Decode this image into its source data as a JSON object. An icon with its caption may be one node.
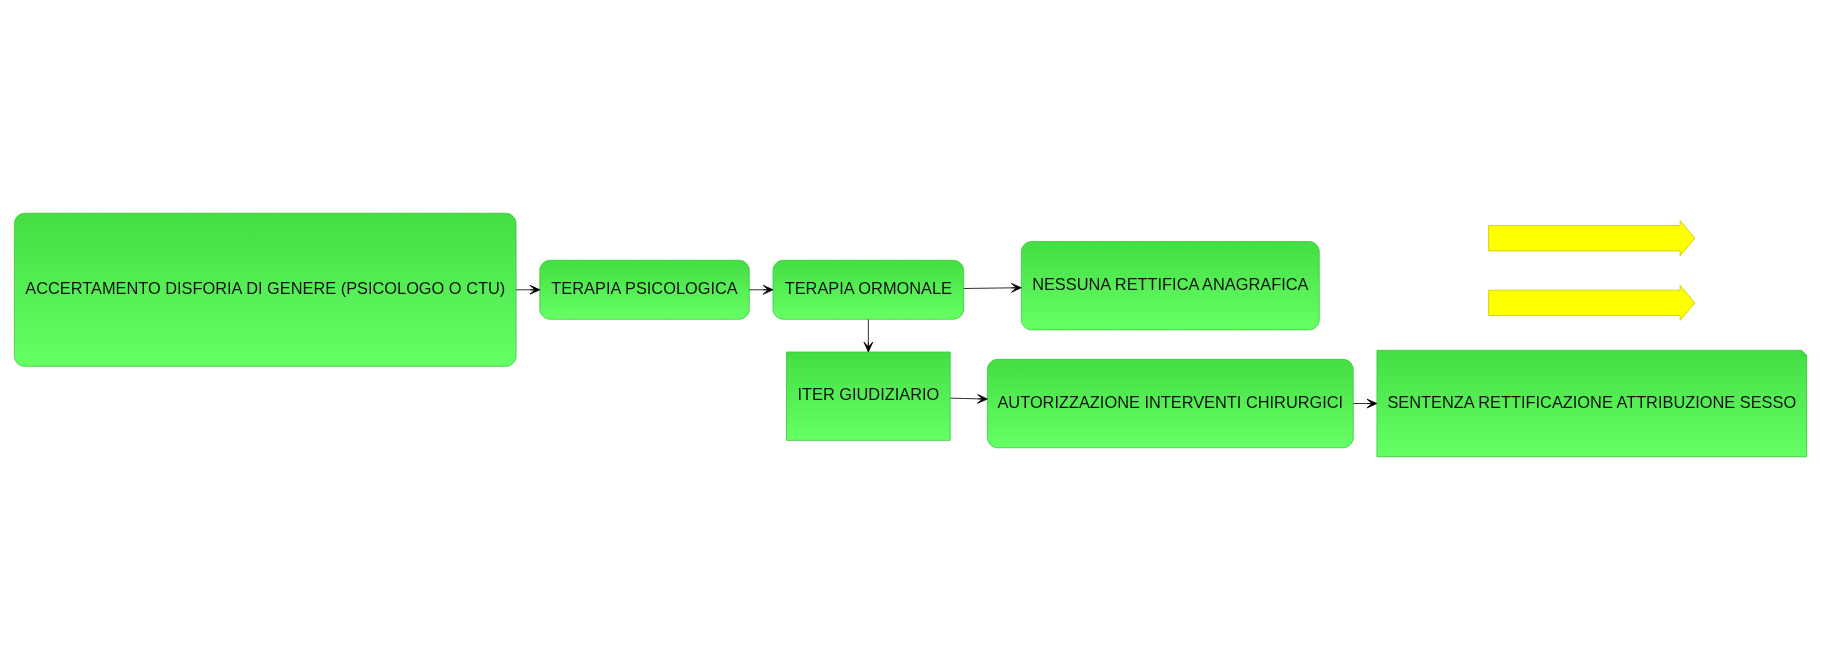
{
  "diagram": {
    "nodes": [
      {
        "text": [
          "ACCERTAMENTO DISFORIA DI GENERE (PSICOLOGO O CTU)"
        ]
      },
      {
        "text": [
          "TERAPIA PSICOLOGICA"
        ]
      },
      {
        "text": [
          "TERAPIA ORMONALE"
        ]
      },
      {
        "text": [
          "NESSUNA RETTIFICA ANAGRAFICA"
        ]
      },
      {
        "text": [
          "ITER GIUDIZIARIO"
        ]
      },
      {
        "text": [
          "AUTORIZZAZIONE INTERVENTI CHIRURGICI"
        ]
      },
      {
        "text": [
          "SENTENZA RETTIFICAZIONE ATTRIBUZIONE SESSO"
        ]
      },
      {
        "text": [],
        "shape": "arrow"
      },
      {
        "text": [],
        "shape": "arrow"
      }
    ],
    "edges": [
      {
        "from": 0,
        "to": 1,
        "arrow": "to"
      },
      {
        "from": 1,
        "to": 2,
        "arrow": "to"
      },
      {
        "from": 2,
        "to": 3,
        "arrow": "to"
      },
      {
        "from": 2,
        "to": 4,
        "arrow": "to"
      },
      {
        "from": 4,
        "to": 5,
        "arrow": "to"
      },
      {
        "from": 5,
        "to": 6,
        "arrow": "to"
      }
    ]
  }
}
